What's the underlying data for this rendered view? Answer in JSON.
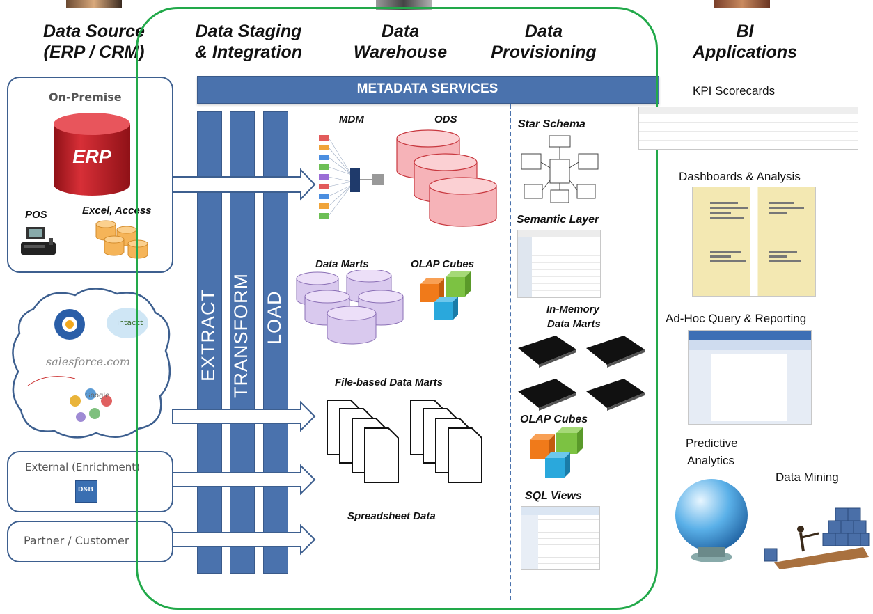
{
  "columns": {
    "data_source": {
      "line1": "Data Source",
      "line2": "(ERP / CRM)"
    },
    "data_staging": {
      "line1": "Data Staging",
      "line2": "& Integration"
    },
    "data_warehouse": {
      "line1": "Data",
      "line2": "Warehouse"
    },
    "data_provisioning": {
      "line1": "Data",
      "line2": "Provisioning"
    },
    "bi_applications": {
      "line1": "BI",
      "line2": "Applications"
    }
  },
  "metadata_bar": "METADATA SERVICES",
  "etl": {
    "extract": "EXTRACT",
    "transform": "TRANSFORM",
    "load": "LOAD"
  },
  "sources": {
    "on_premise": "On-Premise",
    "erp": "ERP",
    "pos": "POS",
    "excel_access": "Excel, Access",
    "cloud_logo_salesforce": "salesforce.com",
    "cloud_logo_intacct": "intacct",
    "cloud_logo_google": "Google",
    "external": "External (Enrichment)",
    "dnb_logo": "D&B",
    "partner": "Partner / Customer"
  },
  "warehouse": {
    "mdm": "MDM",
    "ods": "ODS",
    "data_marts": "Data Marts",
    "olap_cubes": "OLAP Cubes",
    "file_based": "File-based Data Marts",
    "spreadsheet": "Spreadsheet Data"
  },
  "provisioning": {
    "star_schema": "Star Schema",
    "semantic_layer": "Semantic Layer",
    "in_memory_line1": "In-Memory",
    "in_memory_line2": "Data Marts",
    "olap_cubes": "OLAP Cubes",
    "sql_views": "SQL Views"
  },
  "bi": {
    "kpi": "KPI Scorecards",
    "dashboards": "Dashboards & Analysis",
    "adhoc": "Ad-Hoc Query & Reporting",
    "predictive_line1": "Predictive",
    "predictive_line2": "Analytics",
    "mining": "Data Mining"
  },
  "colors": {
    "accent_blue": "#4a72ad",
    "frame_green": "#22a94a",
    "erp_red": "#c8252d",
    "ods_pink": "#f6b3b8",
    "marts_purple": "#d9c9ee",
    "source_border": "#3d5f8f"
  }
}
